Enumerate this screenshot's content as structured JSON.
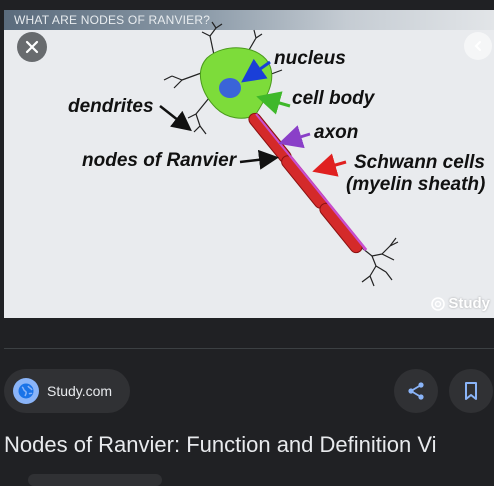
{
  "preview": {
    "banner_title": "WHAT ARE NODES OF RANVIER?",
    "watermark": "Study",
    "labels": {
      "nucleus": "nucleus",
      "cell_body": "cell body",
      "axon": "axon",
      "dendrites": "dendrites",
      "nodes_of_ranvier": "nodes of Ranvier",
      "schwann_cells": "Schwann cells",
      "myelin_sheath": "(myelin sheath)"
    },
    "colors": {
      "cell_body": "#7ddc3a",
      "nucleus": "#3a64d8",
      "myelin": "#d42a2a",
      "axon": "#c84fd0",
      "nucleus_arrow": "#1a3fd8",
      "cell_body_arrow": "#3fb82a",
      "axon_arrow": "#8a3fc8",
      "schwann_arrow": "#e02020"
    }
  },
  "source": {
    "name": "Study.com"
  },
  "result": {
    "title": "Nodes of Ranvier: Function and Definition Vi"
  },
  "icons": {
    "close": "close-icon",
    "prev": "chevron-left-icon",
    "globe": "globe-icon",
    "share": "share-icon",
    "bookmark": "bookmark-icon"
  }
}
